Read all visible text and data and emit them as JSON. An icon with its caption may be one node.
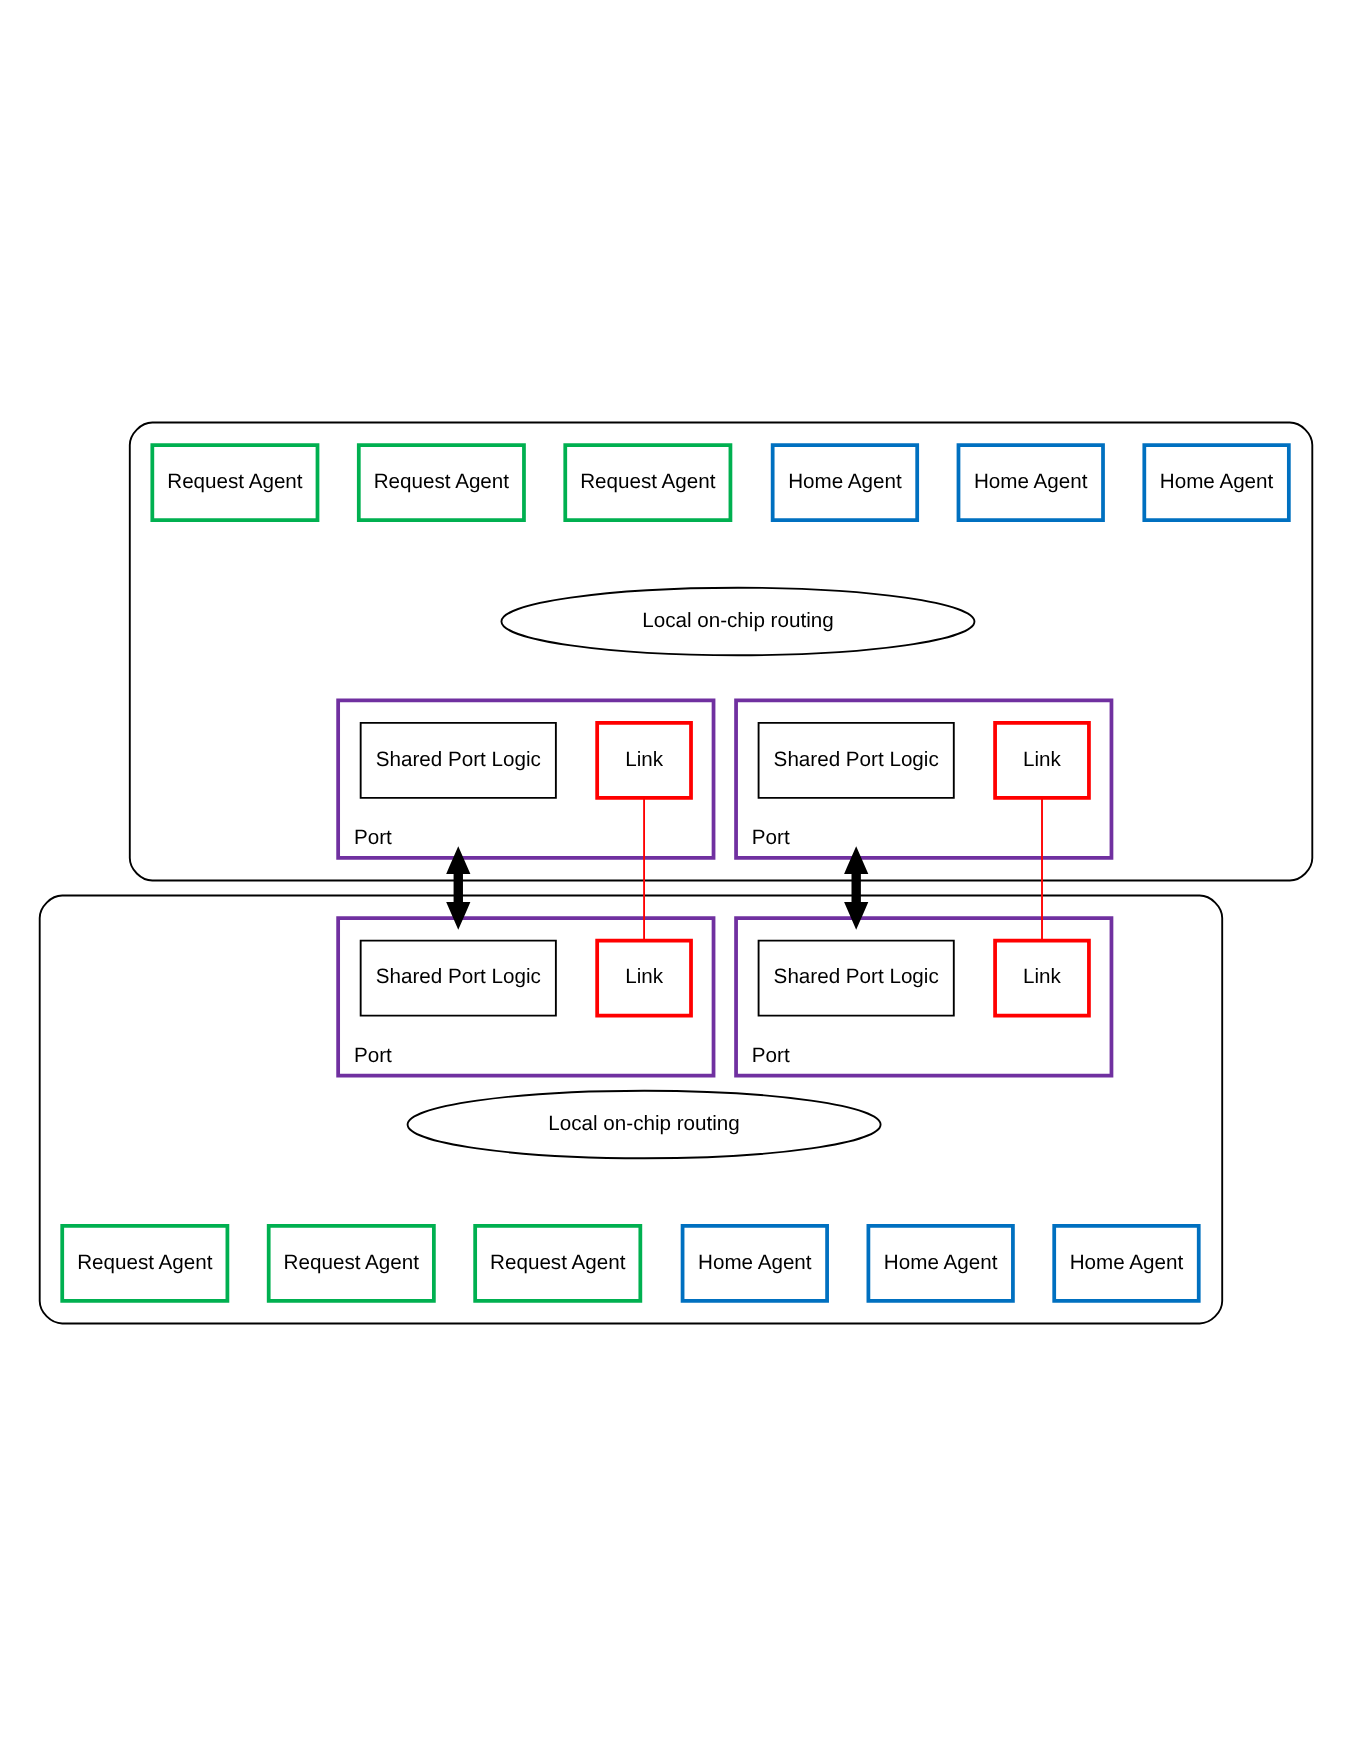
{
  "diagram": {
    "nodes": [
      {
        "text": [],
        "shape": "box"
      },
      {
        "text": [
          "Request Agent"
        ],
        "in": 0
      },
      {
        "text": [
          "Request Agent"
        ],
        "in": 0
      },
      {
        "text": [
          "Request Agent"
        ],
        "in": 0
      },
      {
        "text": [
          "Home Agent"
        ],
        "in": 0
      },
      {
        "text": [
          "Home Agent"
        ],
        "in": 0
      },
      {
        "text": [
          "Home Agent"
        ],
        "in": 0
      },
      {
        "text": [
          "Local on-chip routing"
        ],
        "in": 0
      },
      {
        "text": [
          "Port"
        ],
        "in": 0
      },
      {
        "text": [
          "Shared Port Logic"
        ],
        "in": 8
      },
      {
        "text": [
          "Link"
        ],
        "in": 8
      },
      {
        "text": [
          "Port"
        ],
        "in": 0
      },
      {
        "text": [
          "Shared Port Logic"
        ],
        "in": 11
      },
      {
        "text": [
          "Link"
        ],
        "in": 11
      },
      {
        "text": [],
        "shape": "box"
      },
      {
        "text": [
          "Port"
        ],
        "in": 14
      },
      {
        "text": [
          "Shared Port Logic"
        ],
        "in": 15
      },
      {
        "text": [
          "Link"
        ],
        "in": 15
      },
      {
        "text": [
          "Port"
        ],
        "in": 14
      },
      {
        "text": [
          "Shared Port Logic"
        ],
        "in": 18
      },
      {
        "text": [
          "Link"
        ],
        "in": 18
      },
      {
        "text": [
          "Local on-chip routing"
        ],
        "in": 14
      },
      {
        "text": [
          "Request Agent"
        ],
        "in": 14
      },
      {
        "text": [
          "Request Agent"
        ],
        "in": 14
      },
      {
        "text": [
          "Request Agent"
        ],
        "in": 14
      },
      {
        "text": [
          "Home Agent"
        ],
        "in": 14
      },
      {
        "text": [
          "Home Agent"
        ],
        "in": 14
      },
      {
        "text": [
          "Home Agent"
        ],
        "in": 14
      }
    ],
    "edges": [
      {
        "from": 8,
        "to": 15,
        "arrow": "both",
        "style": "thick"
      },
      {
        "from": 10,
        "to": 17,
        "arrow": "none",
        "color": "#ff0000"
      },
      {
        "from": 11,
        "to": 18,
        "arrow": "both",
        "style": "thick"
      },
      {
        "from": 13,
        "to": 20,
        "arrow": "none",
        "color": "#ff0000"
      }
    ]
  }
}
